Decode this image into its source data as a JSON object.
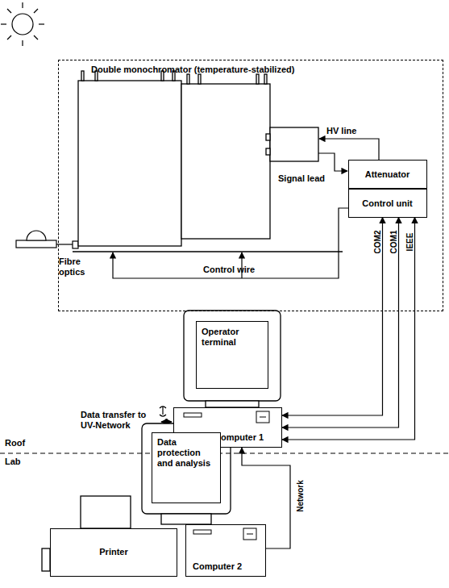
{
  "diagram": {
    "nodes": [
      {
        "text": [
          "Double monochromator (temperature-stabilized)"
        ]
      },
      {
        "text": [
          "Attenuator"
        ],
        "in": 0
      },
      {
        "text": [
          "Control unit"
        ],
        "in": 0
      },
      {
        "text": [
          "Operator terminal"
        ]
      },
      {
        "text": [
          "Computer 1"
        ]
      },
      {
        "text": [
          "Data protection and analysis"
        ]
      },
      {
        "text": [
          "Printer"
        ]
      },
      {
        "text": [
          "Computer 2"
        ]
      }
    ],
    "edges": [
      {
        "from": 2,
        "to": 4,
        "arrow": "both",
        "label": "COM2"
      },
      {
        "from": 2,
        "to": 4,
        "arrow": "both",
        "label": "COM1"
      },
      {
        "from": 2,
        "to": 4,
        "arrow": "both",
        "label": "IEEE"
      },
      {
        "from": 7,
        "to": 4,
        "arrow": "to",
        "label": "Network"
      }
    ],
    "labels": [
      "Fibre optics",
      "HV line",
      "Signal lead",
      "Control wire",
      "Data transfer to UV-Network",
      "Roof",
      "Lab"
    ]
  }
}
